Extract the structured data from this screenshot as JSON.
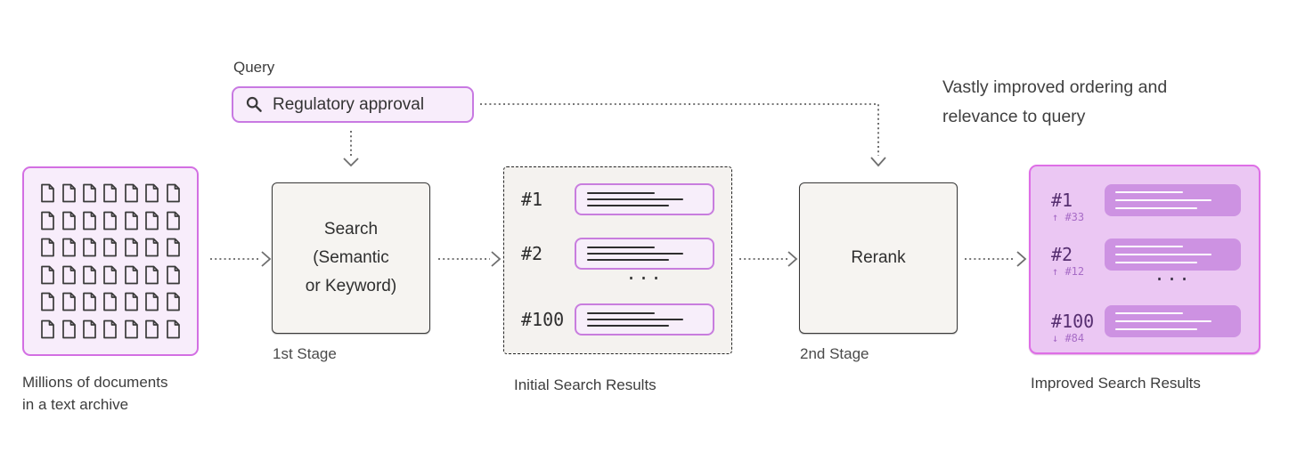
{
  "colors": {
    "bg": "#ffffff",
    "purple_border": "#d36fe3",
    "purple_light": "#f8edfb",
    "purple_mid": "#cd92e2",
    "improved_fill": "#ebc7f3",
    "improved_border": "#de6ee6",
    "neutral_fill": "#f6f4f1",
    "neutral_border": "#383838",
    "text": "#3a3a3a",
    "rank_text": "#562e70",
    "movement_text": "#a76cc6",
    "line_dark": "#2e2e2e",
    "line_light": "#ffffff",
    "arrow": "#4a4a4a",
    "arrowhead": "#6e6e6e"
  },
  "archive": {
    "caption": "Millions of documents\nin a text archive",
    "grid_rows": 6,
    "grid_cols": 7
  },
  "query": {
    "label": "Query",
    "value": "Regulatory approval"
  },
  "stage1": {
    "title": "Search\n(Semantic\nor Keyword)",
    "label": "1st Stage"
  },
  "initial_results": {
    "caption": "Initial Search Results",
    "items": [
      {
        "rank": "#1"
      },
      {
        "rank": "#2"
      },
      {
        "ellipsis": "..."
      },
      {
        "rank": "#100"
      }
    ]
  },
  "stage2": {
    "title": "Rerank",
    "label": "2nd Stage"
  },
  "improved_results": {
    "caption": "Improved Search Results",
    "note": "Vastly improved ordering and\nrelevance to query",
    "items": [
      {
        "rank": "#1",
        "movement": "↑ #33"
      },
      {
        "rank": "#2",
        "movement": "↑ #12"
      },
      {
        "ellipsis": "..."
      },
      {
        "rank": "#100",
        "movement": "↓ #84"
      }
    ]
  }
}
